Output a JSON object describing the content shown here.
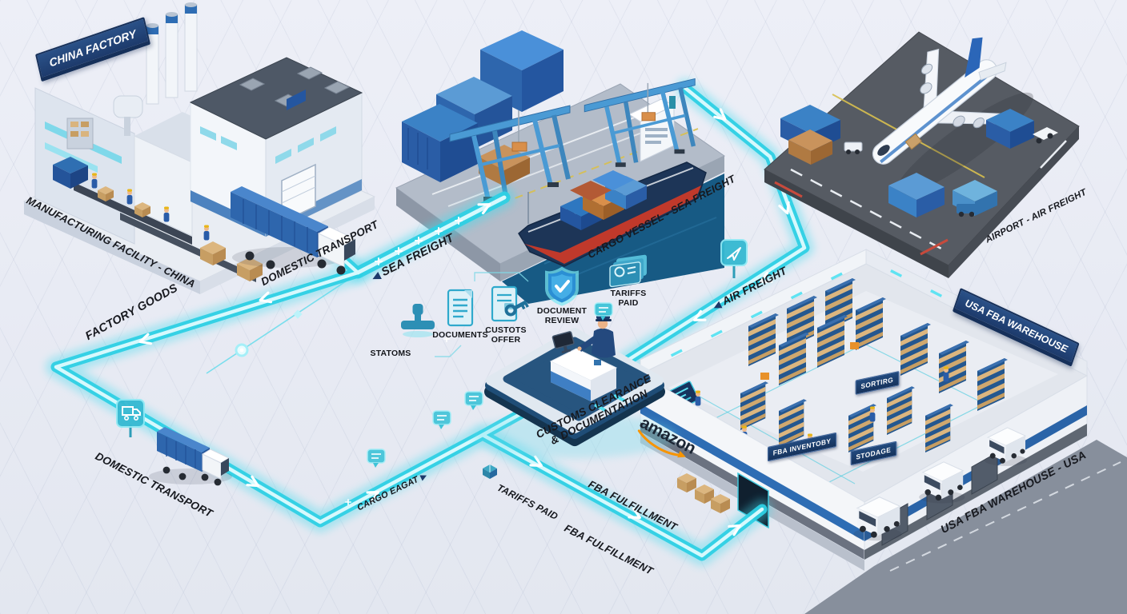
{
  "scene": {
    "factory": {
      "banner": "CHINA FACTORY",
      "caption": "MANUFACTURING FACILITY - CHINA"
    },
    "port": {
      "caption": "CARGO VESSEL - SEA FREIGHT"
    },
    "airport": {
      "caption": "AIRPORT - AIR FREIGHT"
    },
    "customs": {
      "caption_line1": "CUSTOMS CLEARANCE",
      "caption_line2": "& DOCUMENTATION",
      "stamp_label": "STATOMS",
      "documents_label": "DOCUMENTS",
      "offer_label_line1": "CUSTOTS",
      "offer_label_line2": "OFFER",
      "review_label_line1": "DOCUMENT",
      "review_label_line2": "REVIEW",
      "tariffs_label_line1": "TARIFFS",
      "tariffs_label_line2": "PAID"
    },
    "warehouse": {
      "banner": "USA FBA WAREHOUSE",
      "caption": "USA FBA WAREHOUSE - USA",
      "brand": "amazon",
      "sign_sorting": "SORTIRG",
      "sign_inventory": "FBA INVENTOBY",
      "sign_storage": "STODAGE"
    },
    "flow": {
      "factory_goods": "FACTORY GOODS",
      "domestic_transport_1": "DOMESTIC TRANSPORT",
      "domestic_transport_2": "DOMESTIC TRANSPORT",
      "sea_freight": "SEA FREIGHT",
      "air_freight": "AIR FREIGHT",
      "cargo": "CARGO EAGAT",
      "tariffs_paid": "TARIFFS PAID",
      "fba_fulfillment_1": "FBA FULFILLMENT",
      "fba_fulfillment_2": "FBA FULFILLMENT"
    },
    "colors": {
      "path_cyan": "#35d2e6",
      "banner_navy": "#1d3a6b",
      "accent_blue": "#2e6db4",
      "amazon_orange": "#f79400"
    }
  }
}
